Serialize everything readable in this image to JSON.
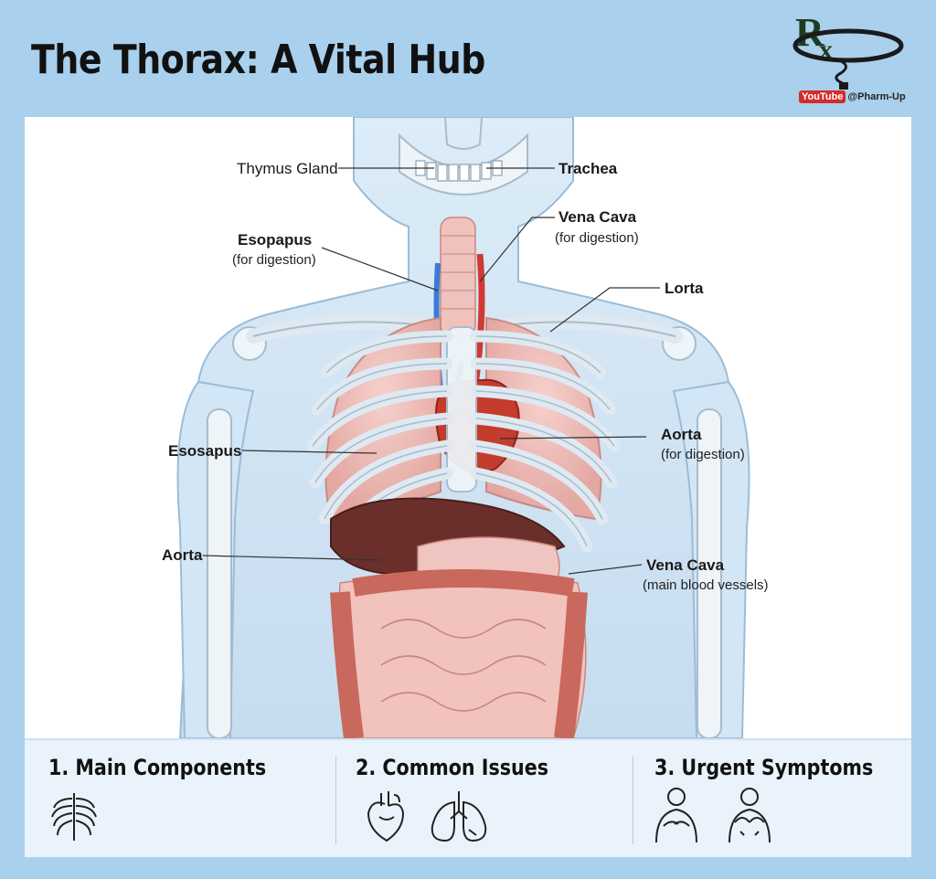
{
  "title": "The Thorax: A Vital Hub",
  "logo": {
    "youtube": "YouTube",
    "channel": "@Pharm-Up"
  },
  "labels": {
    "thymus": "Thymus Gland",
    "trachea": "Trachea",
    "vena_cava_top": "Vena Cava",
    "vena_cava_top_sub": "(for digestion)",
    "esopapus": "Esopapus",
    "esopapus_sub": "(for digestion)",
    "lorta": "Lorta",
    "esosapus": "Esosapus",
    "aorta_right": "Aorta",
    "aorta_right_sub": "(for digestion)",
    "aorta_left": "Aorta",
    "vena_cava_bottom": "Vena Cava",
    "vena_cava_bottom_sub": "(main blood vessels)"
  },
  "sections": [
    {
      "title": "1. Main Components",
      "icons": [
        "ribcage-icon"
      ]
    },
    {
      "title": "2. Common Issues",
      "icons": [
        "heart-icon",
        "lungs-icon"
      ]
    },
    {
      "title": "3. Urgent Symptoms",
      "icons": [
        "chest-pain-person-icon",
        "breathing-person-icon"
      ]
    }
  ]
}
